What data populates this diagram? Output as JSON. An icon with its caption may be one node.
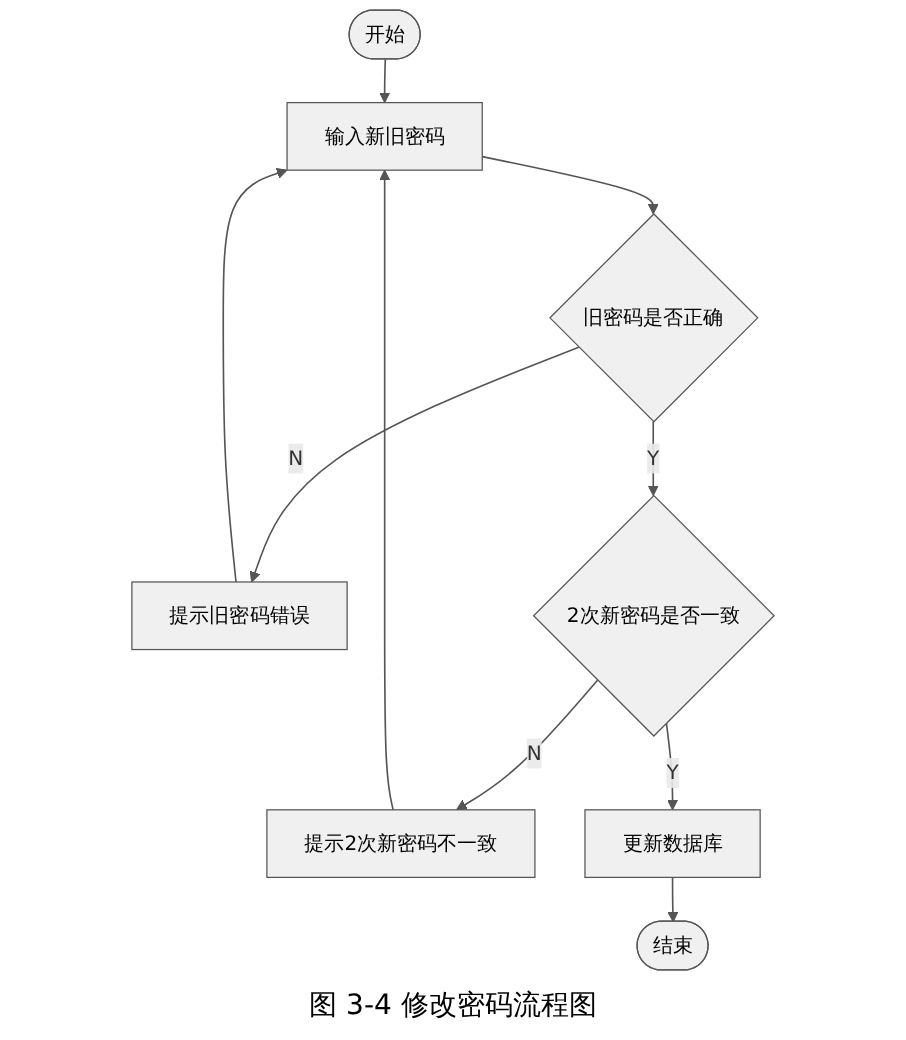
{
  "diagram": {
    "caption": "图 3-4 修改密码流程图",
    "nodes": [
      {
        "text": [
          "开始"
        ]
      },
      {
        "text": [
          "输入新旧密码"
        ]
      },
      {
        "text": [
          "旧密码是否正确"
        ]
      },
      {
        "text": [
          "提示旧密码错误"
        ]
      },
      {
        "text": [
          "2次新密码是否一致"
        ]
      },
      {
        "text": [
          "提示2次新密码不一致"
        ]
      },
      {
        "text": [
          "更新数据库"
        ]
      },
      {
        "text": [
          "结束"
        ]
      }
    ],
    "edges": [
      {
        "from": 0,
        "to": 1,
        "arrow": "to"
      },
      {
        "from": 1,
        "to": 2,
        "arrow": "to"
      },
      {
        "from": 2,
        "to": 3,
        "arrow": "to",
        "label": "N"
      },
      {
        "from": 3,
        "to": 1,
        "arrow": "to"
      },
      {
        "from": 2,
        "to": 4,
        "arrow": "to",
        "label": "Y"
      },
      {
        "from": 4,
        "to": 5,
        "arrow": "to",
        "label": "N"
      },
      {
        "from": 5,
        "to": 1,
        "arrow": "to"
      },
      {
        "from": 4,
        "to": 6,
        "arrow": "to",
        "label": "Y"
      },
      {
        "from": 6,
        "to": 7,
        "arrow": "to"
      }
    ]
  }
}
